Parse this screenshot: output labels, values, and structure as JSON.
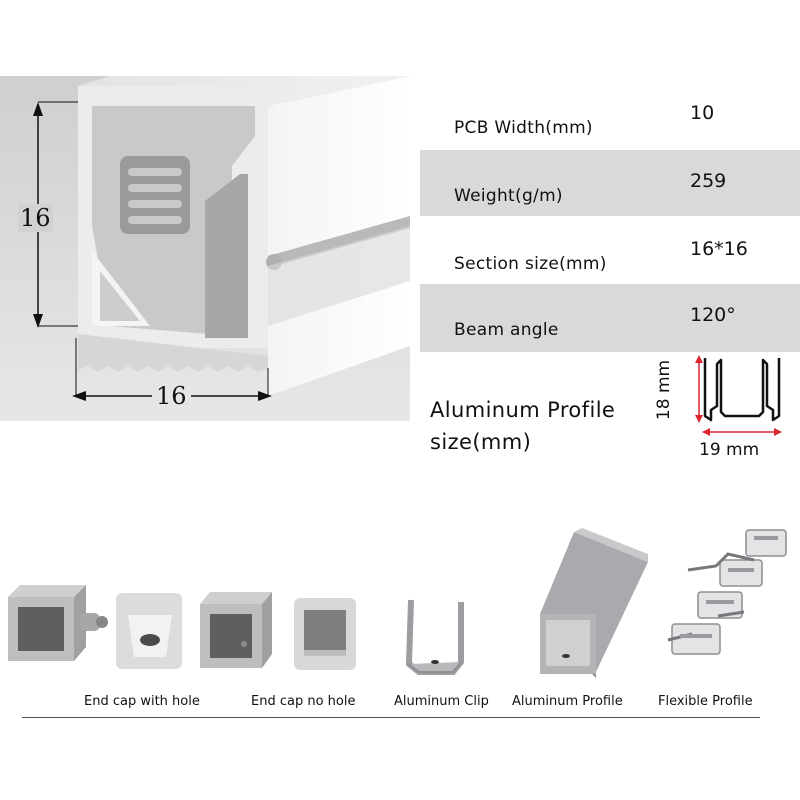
{
  "drawing": {
    "height_dim": "16",
    "width_dim": "16"
  },
  "specs": [
    {
      "label": "PCB Width(mm)",
      "value": "10"
    },
    {
      "label": "Weight(g/m)",
      "value": "259"
    },
    {
      "label": "Section size(mm)",
      "value": "16*16"
    },
    {
      "label": "Beam angle",
      "value": "120°"
    }
  ],
  "profile": {
    "title_line1": "Aluminum Profile",
    "title_line2": "size(mm)",
    "height_label": "18 mm",
    "width_label": "19 mm",
    "dim_color": "#d9262f"
  },
  "accessories": [
    {
      "caption": "End cap with hole"
    },
    {
      "caption": "End cap no hole"
    },
    {
      "caption": "Aluminum Clip"
    },
    {
      "caption": "Aluminum Profile"
    },
    {
      "caption": "Flexible Profile"
    }
  ]
}
